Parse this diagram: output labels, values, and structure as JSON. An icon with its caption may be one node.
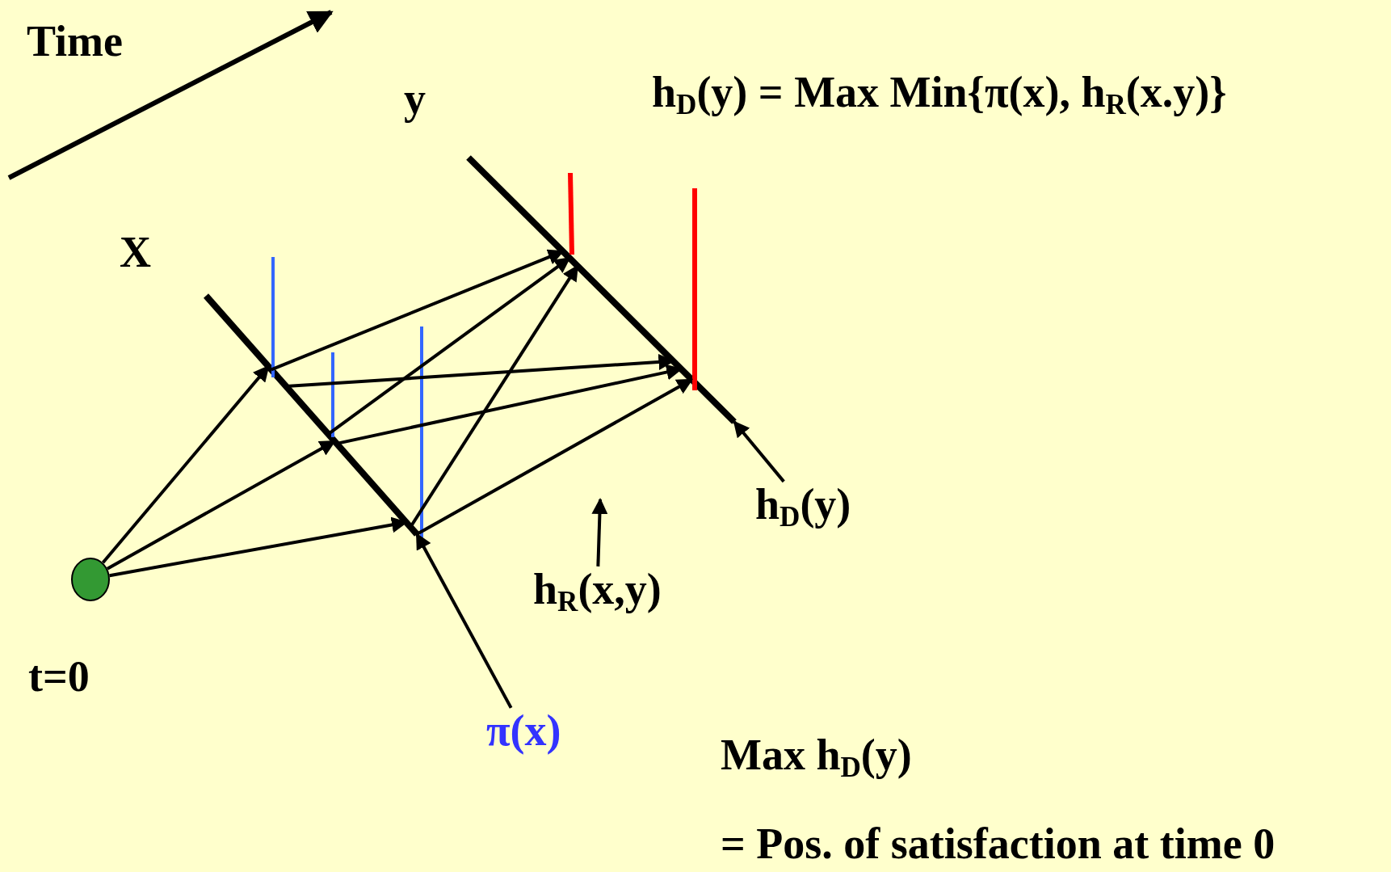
{
  "diagram": {
    "nodes": [
      {
        "text": [],
        "shape": "circle",
        "beside": [
          "t=0"
        ]
      },
      {
        "text": [
          "X"
        ]
      },
      {
        "text": [
          "y"
        ]
      },
      {
        "text": [
          "π(x)"
        ]
      },
      {
        "text": [
          "h$_{R}$(x,y)"
        ]
      },
      {
        "text": [
          "h$_{D}$(y)"
        ]
      }
    ],
    "edges": [
      {
        "from": 0,
        "to": 1,
        "arrow": "to"
      },
      {
        "from": 0,
        "to": 1,
        "arrow": "to"
      },
      {
        "from": 0,
        "to": 1,
        "arrow": "to"
      },
      {
        "from": 1,
        "to": 2,
        "arrow": "to"
      },
      {
        "from": 1,
        "to": 2,
        "arrow": "to"
      },
      {
        "from": 1,
        "to": 2,
        "arrow": "to"
      },
      {
        "from": 1,
        "to": 2,
        "arrow": "to"
      },
      {
        "from": 1,
        "to": 2,
        "arrow": "to"
      },
      {
        "from": 1,
        "to": 2,
        "arrow": "to"
      },
      {
        "from": 3,
        "to": 1,
        "arrow": "to"
      },
      {
        "from": 4,
        "to": null,
        "arrow": "to"
      },
      {
        "from": 5,
        "to": 2,
        "arrow": "to"
      }
    ],
    "labels": [
      "Time",
      "h$_{D}$(y) = Max Min{π(x), h$_{R}$(x.y)}",
      "Max h$_{D}$(y)",
      "= Pos. of satisfaction at time 0"
    ]
  }
}
